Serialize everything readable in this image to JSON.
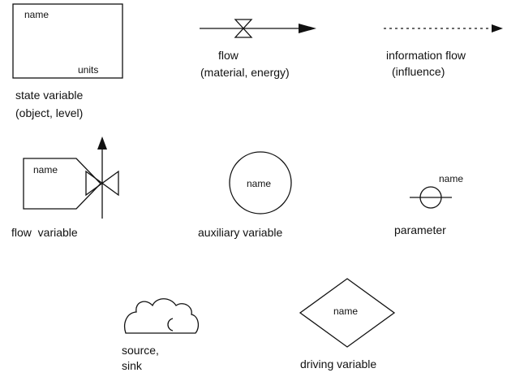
{
  "state_variable": {
    "name": "name",
    "units": "units",
    "caption": "state variable",
    "subcaption": "(object, level)"
  },
  "flow": {
    "caption": "flow",
    "subcaption": "(material, energy)"
  },
  "information_flow": {
    "caption": "information flow",
    "subcaption": "(influence)"
  },
  "flow_variable": {
    "name": "name",
    "caption": "flow  variable"
  },
  "auxiliary_variable": {
    "name": "name",
    "caption": "auxiliary variable"
  },
  "parameter": {
    "name": "name",
    "caption": "parameter"
  },
  "source_sink": {
    "caption_line1": "source,",
    "caption_line2": "sink"
  },
  "driving_variable": {
    "name": "name",
    "caption": "driving variable"
  }
}
